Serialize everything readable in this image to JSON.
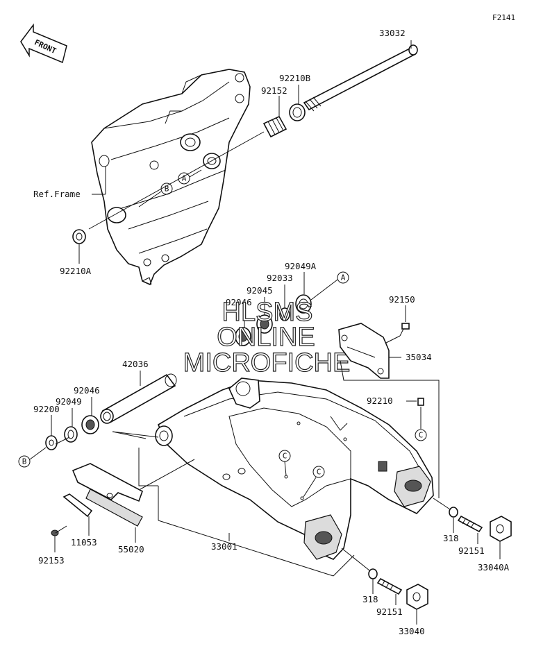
{
  "diagram_code": "F2141",
  "front_badge": "FRONT",
  "ref_frame": "Ref.Frame",
  "parts": {
    "p33032": "33032",
    "p92210B": "92210B",
    "p92152": "92152",
    "p92210A": "92210A",
    "p92049A": "92049A",
    "p92033": "92033",
    "p92045": "92045",
    "p92046_top": "92046",
    "p92150": "92150",
    "p35034": "35034",
    "p42036": "42036",
    "p92046": "92046",
    "p92049": "92049",
    "p92200": "92200",
    "p92210": "92210",
    "p11053": "11053",
    "p55020": "55020",
    "p33001": "33001",
    "p92153": "92153",
    "p318_right": "318",
    "p92151_right": "92151",
    "p33040A": "33040A",
    "p318_bottom": "318",
    "p92151_bottom": "92151",
    "p33040": "33040"
  },
  "callouts": {
    "A": "A",
    "B": "B",
    "C": "C"
  },
  "watermark": {
    "line1": "HLSMS",
    "line2": "ONLINE",
    "line3": "MICROFICHE"
  }
}
